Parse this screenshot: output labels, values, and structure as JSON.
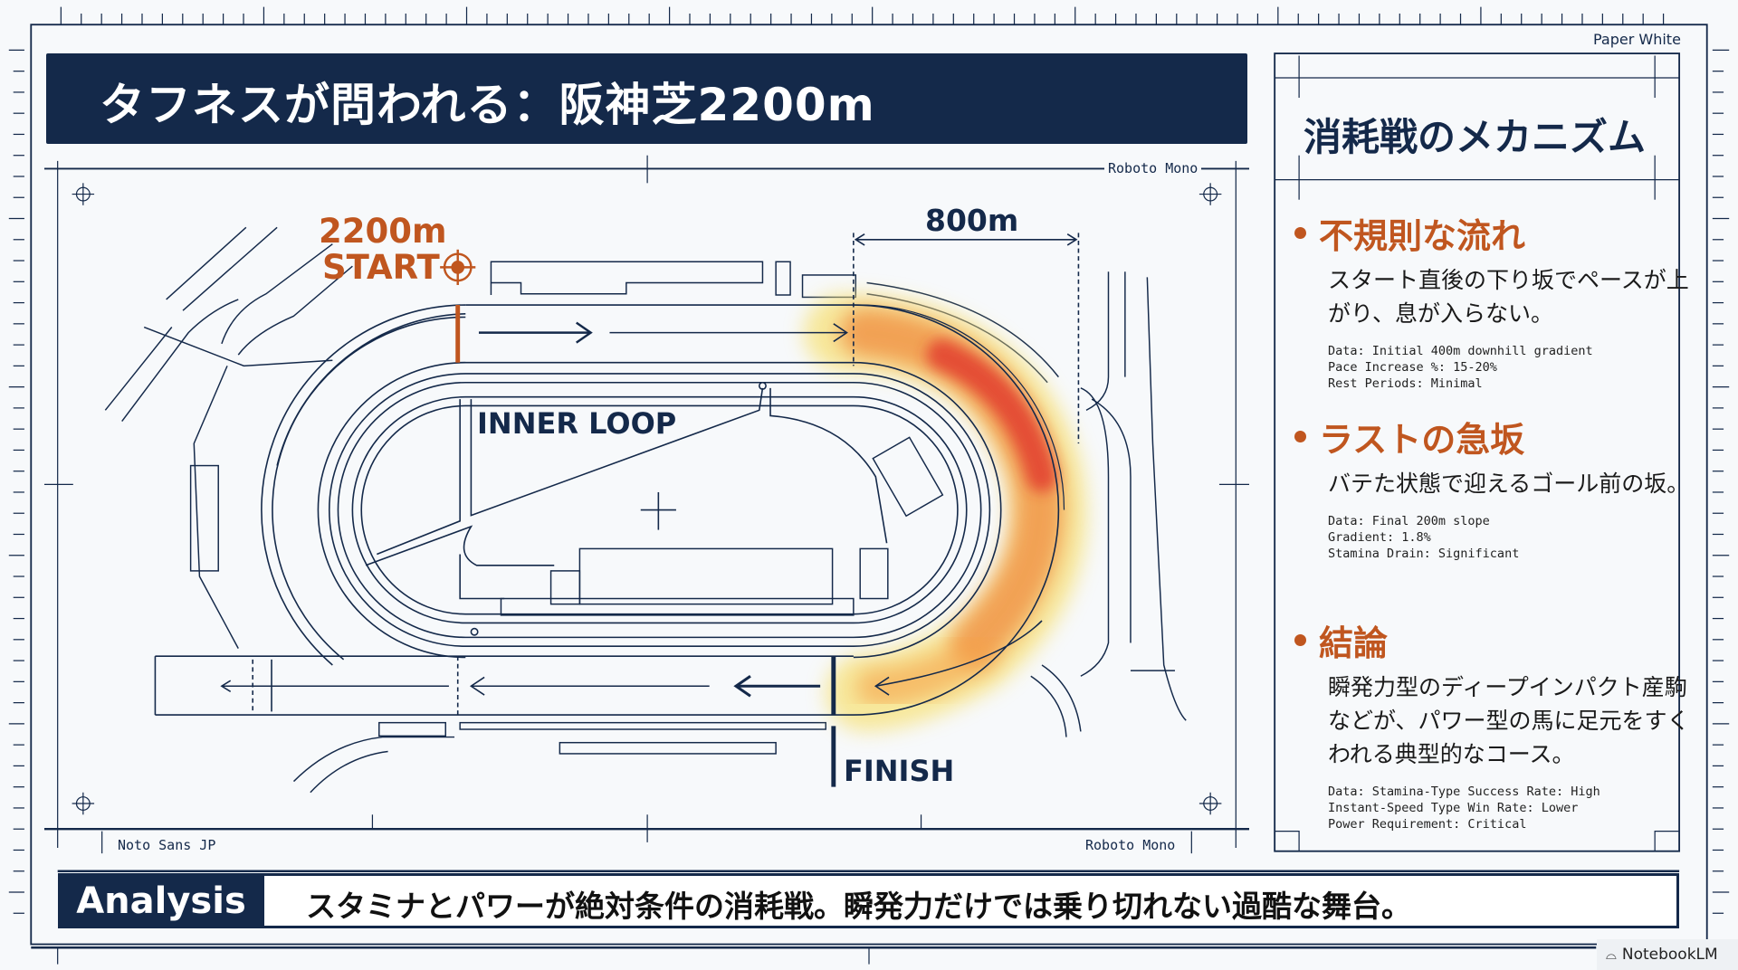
{
  "header": {
    "title": "タフネスが問われる：阪神芝2200m"
  },
  "labels": {
    "paper_white": "Paper White",
    "font_note_top": "Roboto Mono",
    "font_note_bottom_left": "Noto Sans JP",
    "font_note_bottom_right": "Roboto Mono",
    "brand": "NotebookLM"
  },
  "map": {
    "start_distance": "2200m",
    "start_label": "START",
    "inner_loop": "INNER LOOP",
    "finish": "FINISH",
    "segment_length": "800m"
  },
  "panel": {
    "title": "消耗戦のメカニズム",
    "sections": [
      {
        "heading": "不規則な流れ",
        "body": "スタート直後の下り坂でペースが上がり、息が入らない。",
        "data": "Data: Initial 400m downhill gradient\nPace Increase %: 15-20%\nRest Periods: Minimal"
      },
      {
        "heading": "ラストの急坂",
        "body": "バテた状態で迎えるゴール前の坂。",
        "data": "Data: Final 200m slope\nGradient: 1.8%\nStamina Drain: Significant"
      },
      {
        "heading": "結論",
        "body": "瞬発力型のディープインパクト産駒などが、パワー型の馬に足元をすくわれる典型的なコース。",
        "data": "Data: Stamina-Type Success Rate: High\nInstant-Speed Type Win Rate: Lower\nPower Requirement: Critical"
      }
    ]
  },
  "analysis": {
    "label": "Analysis",
    "text": "スタミナとパワーが絶対条件の消耗戦。瞬発力だけでは乗り切れない過酷な舞台。"
  },
  "colors": {
    "navy": "#14294a",
    "accent": "#c0561f",
    "heat_hot": "#e0302a",
    "heat_warm": "#f08a3c",
    "heat_cool": "#f7e27a"
  }
}
